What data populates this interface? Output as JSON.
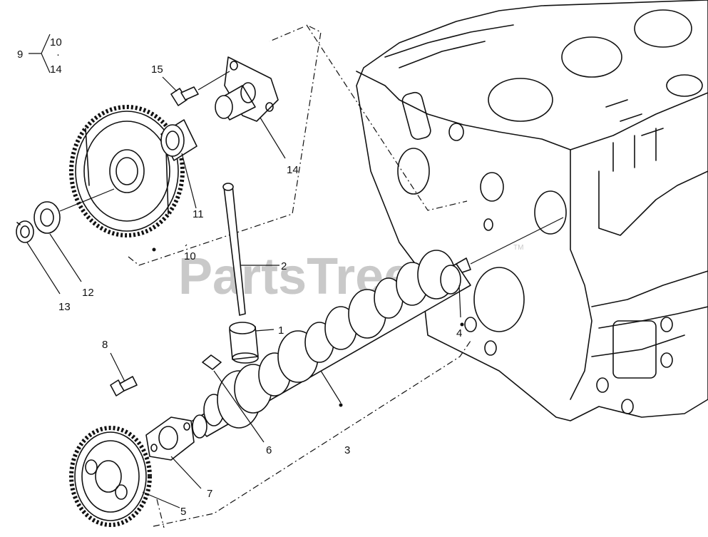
{
  "watermark": {
    "text": "PartsTree",
    "trademark": "TM"
  },
  "range_note": {
    "ref": "9",
    "from": "10",
    "dot": "·",
    "to": "14"
  },
  "callouts": [
    {
      "id": "c1",
      "text": "1"
    },
    {
      "id": "c2",
      "text": "2"
    },
    {
      "id": "c3",
      "text": "3"
    },
    {
      "id": "c4",
      "text": "4"
    },
    {
      "id": "c5",
      "text": "5"
    },
    {
      "id": "c6",
      "text": "6"
    },
    {
      "id": "c7",
      "text": "7"
    },
    {
      "id": "c8",
      "text": "8"
    },
    {
      "id": "c10",
      "text": "10"
    },
    {
      "id": "c11",
      "text": "11"
    },
    {
      "id": "c12",
      "text": "12"
    },
    {
      "id": "c13",
      "text": "13"
    },
    {
      "id": "c14",
      "text": "14"
    },
    {
      "id": "c15",
      "text": "15"
    }
  ]
}
